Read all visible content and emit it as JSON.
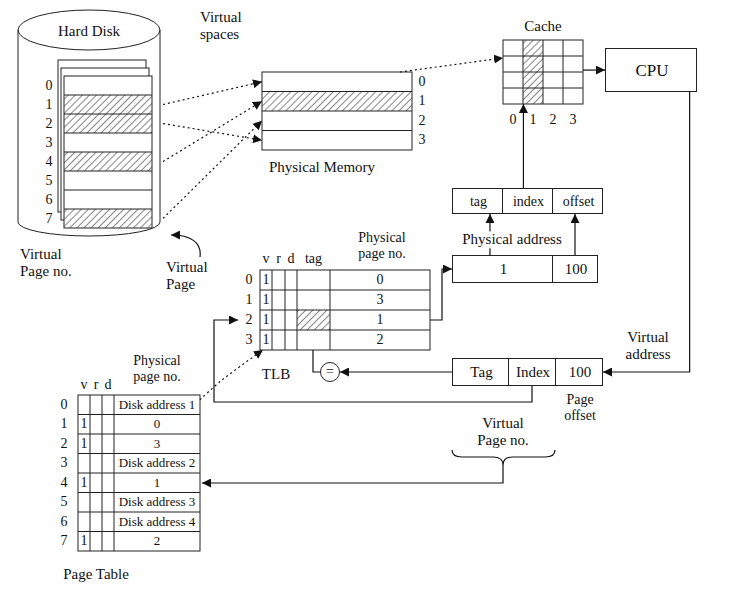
{
  "diagram": {
    "nodes": [
      {
        "text": [
          "Hard Disk"
        ]
      },
      {
        "text": [
          "Physical Memory"
        ]
      },
      {
        "text": [
          "Cache"
        ]
      },
      {
        "text": [
          "CPU"
        ]
      },
      {
        "text": [
          "Physical address"
        ]
      },
      {
        "text": [
          "tag"
        ],
        "in": 4
      },
      {
        "text": [
          "index"
        ],
        "in": 4
      },
      {
        "text": [
          "offset"
        ],
        "in": 4
      },
      {
        "text": [
          "1"
        ]
      },
      {
        "text": [
          "100"
        ]
      },
      {
        "text": [
          "TLB"
        ]
      },
      {
        "text": [
          "="
        ]
      },
      {
        "text": [
          "Tag"
        ]
      },
      {
        "text": [
          "Index"
        ]
      },
      {
        "text": [
          "100",
          "Page offset"
        ]
      },
      {
        "text": [
          "Page Table"
        ]
      }
    ],
    "edges": [
      {
        "from": 0,
        "to": 1,
        "arrow": "to"
      },
      {
        "from": 0,
        "to": 1,
        "arrow": "to"
      },
      {
        "from": 0,
        "to": 1,
        "arrow": "to"
      },
      {
        "from": 0,
        "to": 1,
        "arrow": "to"
      },
      {
        "from": 1,
        "to": 2,
        "arrow": "to"
      },
      {
        "from": 2,
        "to": 3,
        "arrow": "to"
      },
      {
        "from": 6,
        "to": 2,
        "arrow": "to"
      },
      {
        "from": 8,
        "to": 5,
        "arrow": "to"
      },
      {
        "from": 9,
        "to": 7,
        "arrow": "to"
      },
      {
        "from": 10,
        "to": 8,
        "arrow": "to"
      },
      {
        "from": 10,
        "to": 11,
        "arrow": "none"
      },
      {
        "from": 12,
        "to": 11,
        "arrow": "to"
      },
      {
        "from": 13,
        "to": 10,
        "arrow": "to"
      },
      {
        "from": 3,
        "to": 14,
        "arrow": "to"
      },
      {
        "from": 15,
        "to": 10,
        "arrow": "to"
      }
    ],
    "labels": [
      "Virtual spaces",
      "Virtual Page no.",
      "Virtual Page",
      "0",
      "1",
      "2",
      "3",
      "4",
      "5",
      "6",
      "7",
      "0",
      "1",
      "2",
      "3",
      "0",
      "1",
      "2",
      "3",
      "v",
      "r",
      "d",
      "tag",
      "Physical page no.",
      "0",
      "1",
      "2",
      "3",
      "1",
      "1",
      "1",
      "1",
      "0",
      "3",
      "1",
      "2",
      "Virtual address",
      "Virtual Page no.",
      "v",
      "r",
      "d",
      "Physical page no.",
      "0",
      "1",
      "2",
      "3",
      "4",
      "5",
      "6",
      "7",
      "1",
      "1",
      "1",
      "1",
      "Disk address 1",
      "0",
      "3",
      "Disk address 2",
      "1",
      "Disk address 3",
      "Disk address 4",
      "2"
    ]
  }
}
